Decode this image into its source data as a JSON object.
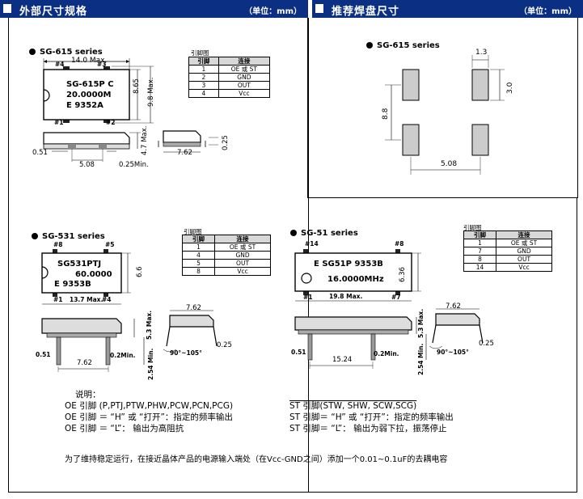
{
  "headers": {
    "left": {
      "title": "外部尺寸规格",
      "unit": "（单位：mm）"
    },
    "right": {
      "title": "推荐焊盘尺寸",
      "unit": "（单位：mm）"
    }
  },
  "sg615": {
    "series": "SG-615 series",
    "chip_lines": [
      "SG-615P C",
      "20.0000M",
      "E    9352A"
    ],
    "pins_top": [
      "#4",
      "#3"
    ],
    "pins_bottom": [
      "#1",
      "#2"
    ],
    "dims": {
      "width": "14.0 Max.",
      "height": "9.8 Max.",
      "inner": "8.65",
      "thick": "4.7 Max.",
      "pitch": "5.08",
      "pin_w": "0.51",
      "standoff": "0.25Min.",
      "side_w": "7.62",
      "side_t": "0.25"
    },
    "pin_table": {
      "caption": "引脚图",
      "headers": [
        "引脚",
        "连接"
      ],
      "rows": [
        [
          "1",
          "OE 或 ST"
        ],
        [
          "2",
          "GND"
        ],
        [
          "3",
          "OUT"
        ],
        [
          "4",
          "Vcc"
        ]
      ]
    }
  },
  "pad": {
    "series": "SG-615 series",
    "dims": {
      "pad_w": "1.3",
      "pad_h": "3.0",
      "v_pitch": "8.8",
      "h_pitch": "5.08"
    }
  },
  "sg531": {
    "series": "SG-531 series",
    "chip_lines": [
      "SG531PTJ",
      "60.0000",
      "E      9353B"
    ],
    "pins_top": [
      "#8",
      "#5"
    ],
    "pins_bottom": [
      "#1",
      "#4"
    ],
    "dims": {
      "width": "13.7 Max.",
      "height": "6.6",
      "thick": "5.3 Max.",
      "lead": "2.54 Min.",
      "pitch": "7.62",
      "pin_w": "0.51",
      "lead_w": "0.2Min.",
      "side_w": "7.62",
      "side_t": "0.25",
      "angle": "90°~105°"
    },
    "pin_table": {
      "caption": "引脚图",
      "headers": [
        "引脚",
        "连接"
      ],
      "rows": [
        [
          "1",
          "OE 或 ST"
        ],
        [
          "4",
          "GND"
        ],
        [
          "5",
          "OUT"
        ],
        [
          "8",
          "Vcc"
        ]
      ]
    }
  },
  "sg51": {
    "series": "SG-51 series",
    "chip_lines": [
      "E SG51P 9353B",
      "16.0000MHz"
    ],
    "pins_top": [
      "#14",
      "#8"
    ],
    "pins_bottom": [
      "#1",
      "#7"
    ],
    "dims": {
      "width": "19.8 Max.",
      "height": "6.36",
      "thick": "5.3 Max.",
      "lead": "2.54 Min.",
      "pitch": "15.24",
      "pin_w": "0.51",
      "lead_w": "0.2Min.",
      "side_w": "7.62",
      "side_t": "0.25",
      "angle": "90°~105°"
    },
    "pin_table": {
      "caption": "引脚图",
      "headers": [
        "引脚",
        "连接"
      ],
      "rows": [
        [
          "1",
          "OE 或 ST"
        ],
        [
          "7",
          "GND"
        ],
        [
          "8",
          "OUT"
        ],
        [
          "14",
          "Vcc"
        ]
      ]
    }
  },
  "notes": {
    "heading": "说明：",
    "left": [
      "OE 引脚 (P,PTJ,PTW,PHW,PCW,PCN,PCG)",
      "OE 引脚 ＝ “H” 或 “打开”：指定的频率输出",
      "OE 引脚 ＝ “L”：  输出为高阻抗"
    ],
    "right": [
      "ST 引脚(STW, SHW, SCW,SCG)",
      "ST 引脚＝ “H” 或 “打开”：指定的频率输出",
      "ST 引脚＝ “L”：  输出为弱下拉，振荡停止"
    ],
    "footer": "为了维持稳定运行，在接近晶体产品的电源输入端处（在Vcc-GND之间）添加一个0.01~0.1uF的去耦电容"
  }
}
